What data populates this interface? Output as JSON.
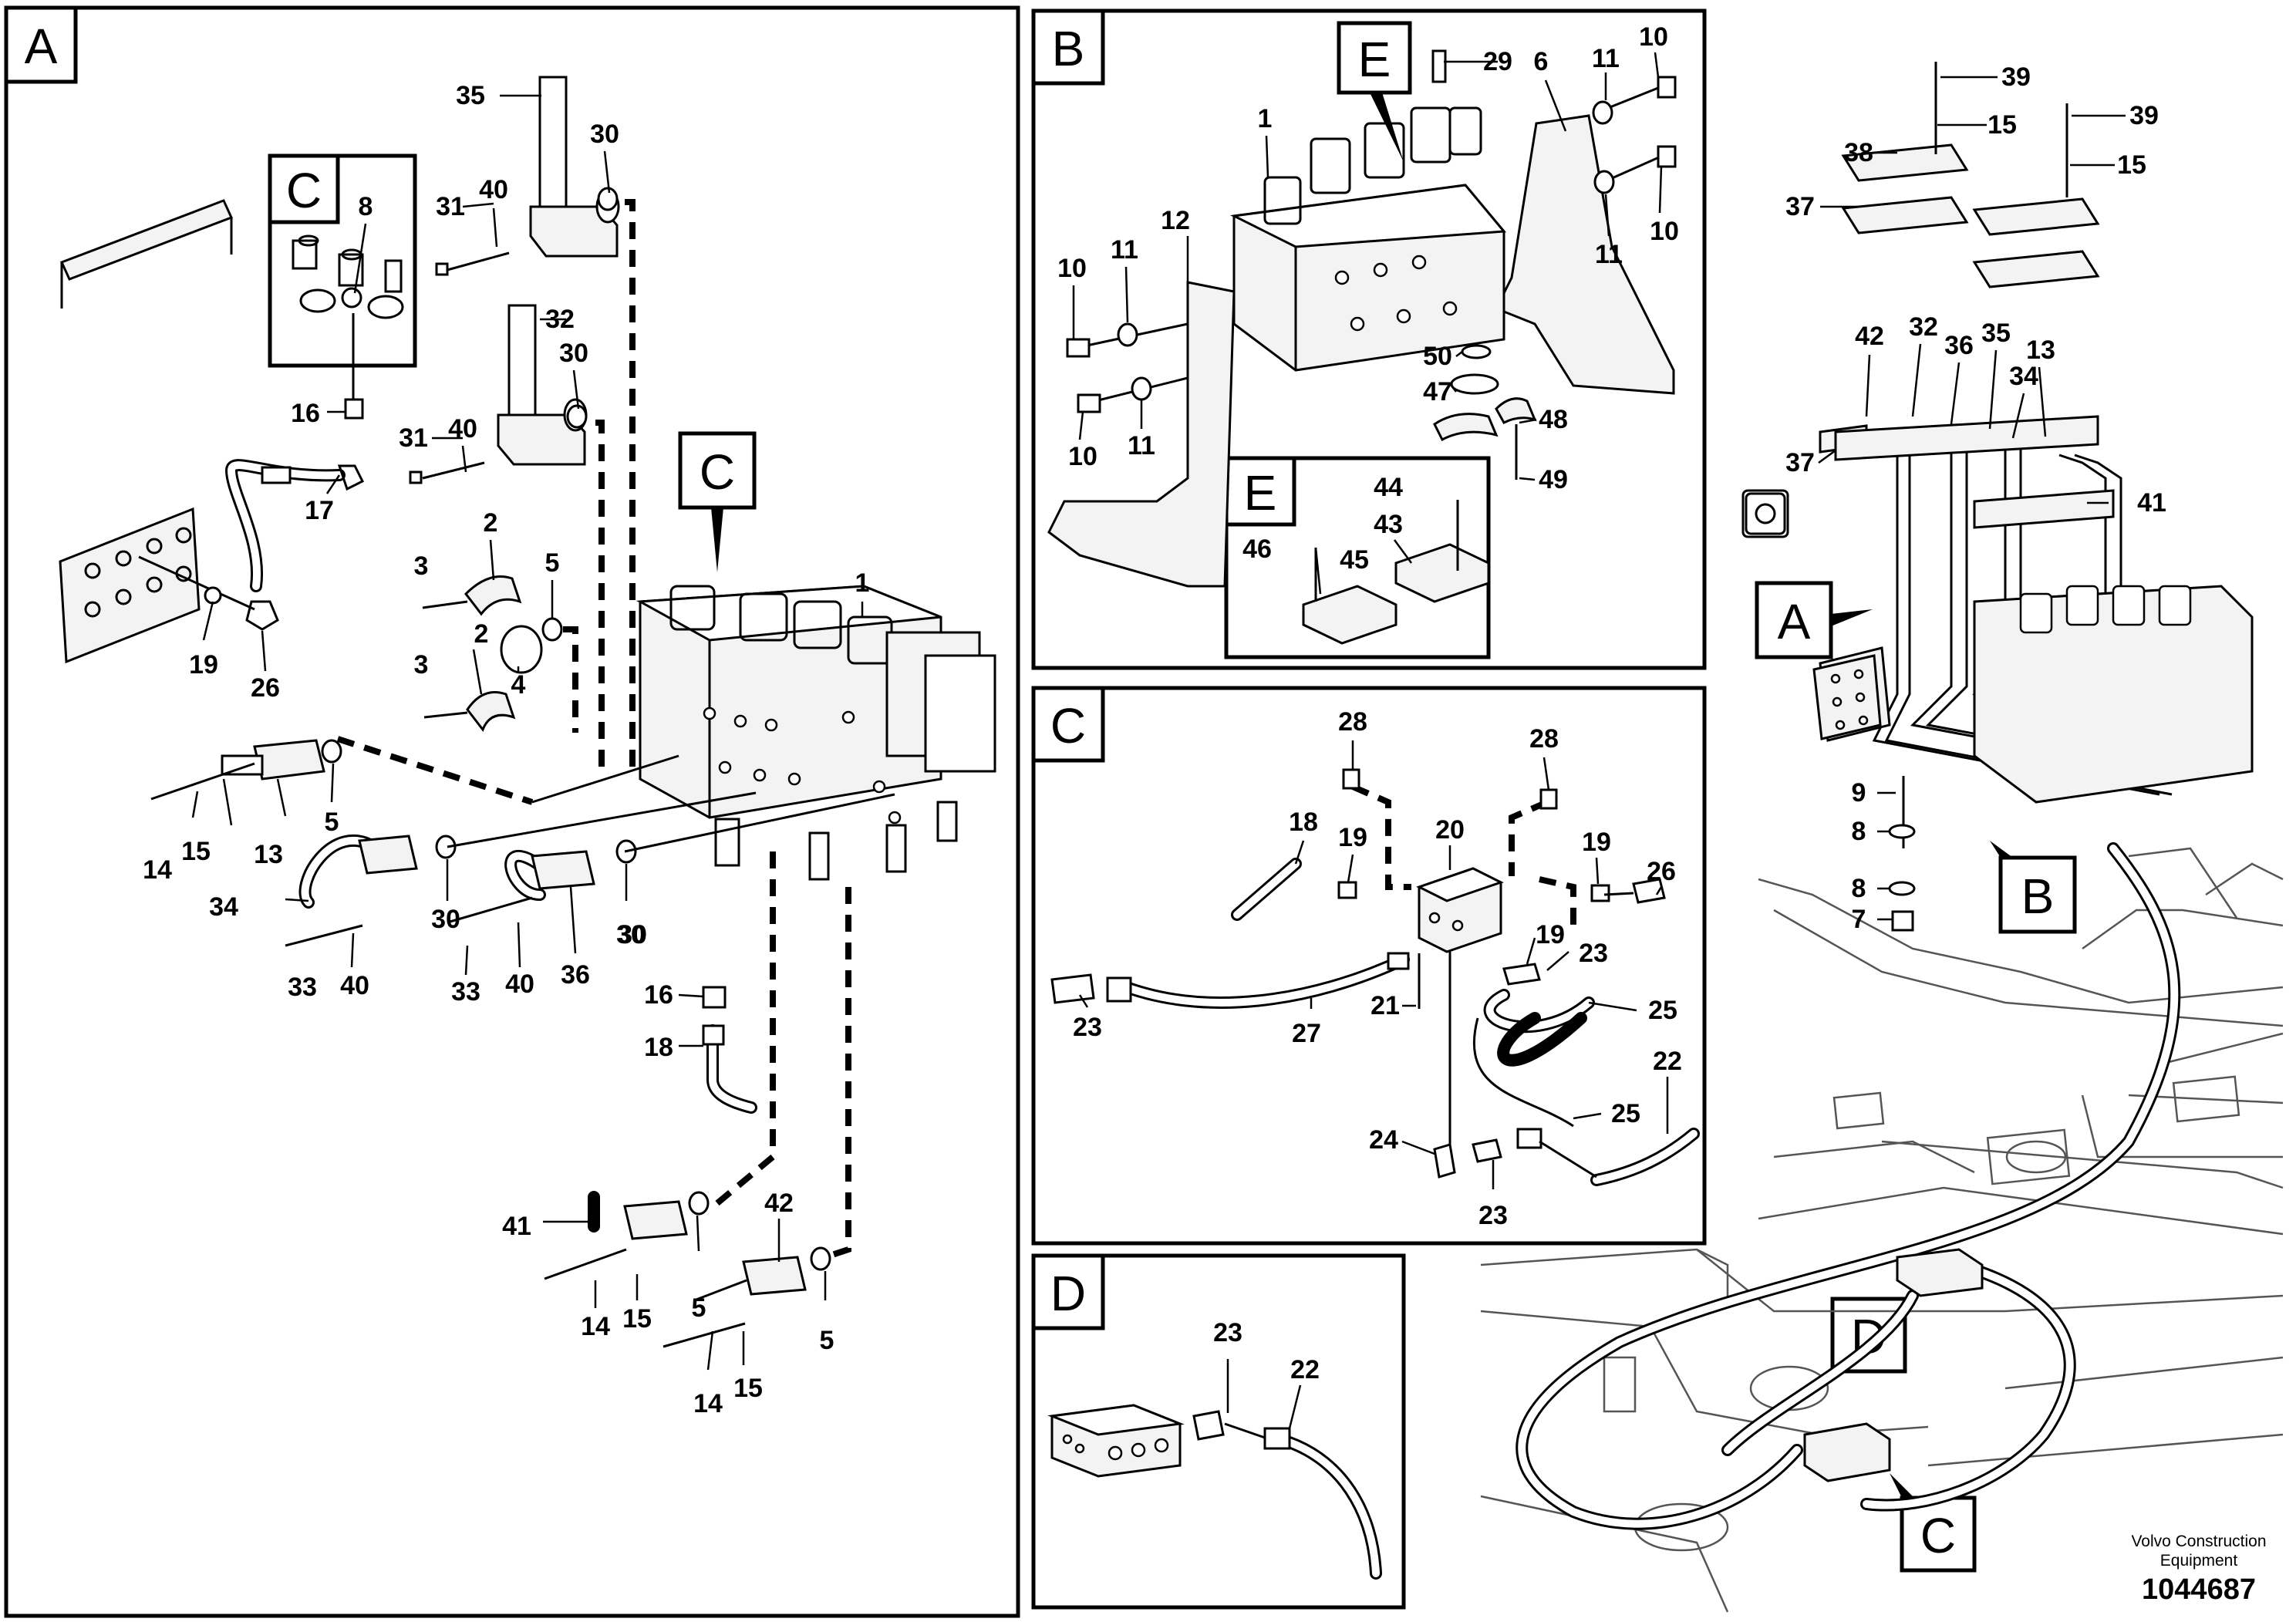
{
  "panels": {
    "A": {
      "tag": "A",
      "inset_tag": "C",
      "callout_tag": "C"
    },
    "B": {
      "tag": "B",
      "inset_tag": "E",
      "callout_tag": "E"
    },
    "C": {
      "tag": "C"
    },
    "D": {
      "tag": "D"
    },
    "overview": {
      "tags": [
        "A",
        "B",
        "C",
        "D"
      ]
    }
  },
  "labels": {
    "A": [
      "35",
      "30",
      "31",
      "40",
      "32",
      "30",
      "31",
      "40",
      "8",
      "16",
      "17",
      "19",
      "26",
      "2",
      "3",
      "5",
      "2",
      "3",
      "4",
      "1",
      "5",
      "14",
      "15",
      "13",
      "34",
      "33",
      "40",
      "30",
      "30",
      "33",
      "40",
      "36",
      "30",
      "16",
      "18",
      "41",
      "5",
      "14",
      "15",
      "42",
      "5",
      "14",
      "15"
    ],
    "B": [
      "29",
      "6",
      "11",
      "10",
      "1",
      "12",
      "11",
      "10",
      "11",
      "10",
      "11",
      "10",
      "50",
      "47",
      "48",
      "49",
      "44",
      "43",
      "46",
      "45"
    ],
    "C": [
      "28",
      "28",
      "18",
      "19",
      "20",
      "19",
      "26",
      "23",
      "27",
      "21",
      "19",
      "23",
      "25",
      "24",
      "25",
      "22",
      "23"
    ],
    "D": [
      "23",
      "22"
    ],
    "overview": [
      "39",
      "15",
      "38",
      "39",
      "15",
      "37",
      "42",
      "32",
      "36",
      "35",
      "13",
      "34",
      "37",
      "41",
      "9",
      "8",
      "8",
      "7"
    ]
  },
  "footer": {
    "brand_line1": "Volvo Construction",
    "brand_line2": "Equipment",
    "doc_number": "1044687"
  }
}
